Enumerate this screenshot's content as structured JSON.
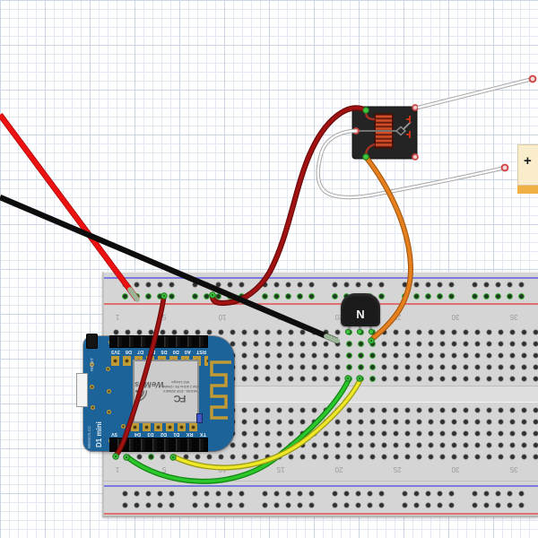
{
  "app": {
    "view": "fritzing-breadboard-circuit"
  },
  "colors": {
    "grid-minor": "#e3e9f3",
    "grid-major": "#cbd5e7",
    "bb-body": "#d5d5d5",
    "bb-channel": "#dedede",
    "rail-blue": "#7b7bdf",
    "rail-red": "#dd7070",
    "hole-dark": "#2f2f2f",
    "hole-green": "#3cba3c",
    "board-blue": "#1c6399",
    "gold": "#c09a35",
    "shield-gray": "#cbcbcb",
    "relay-body": "#242424",
    "coil-red": "#cf4e28",
    "battery-body": "#f9edcc",
    "battery-band": "#f0b045",
    "wire-red": "#ee1111",
    "wire-darkred": "#a31212",
    "wire-darkred-edge": "#6e0a0a",
    "wire-black": "#0d0d0d",
    "wire-orange": "#e6801e",
    "wire-orange-edge": "#a85a10",
    "wire-green": "#2cc72c",
    "wire-green-edge": "#128812",
    "wire-yellow": "#efe829",
    "wire-yellow-edge": "#9a9a14",
    "wire-white": "#fafafa",
    "wire-white-edge": "#a8a8a8",
    "wire-tip": "#9cb598",
    "ring-green": "#3ec43e",
    "ring-red": "#cf4a4a"
  },
  "breadboard": {
    "column_labels": [
      "1",
      "5",
      "10",
      "15",
      "20",
      "25",
      "30",
      "35"
    ]
  },
  "wemos": {
    "top_pin_labels": [
      "RST",
      "A0",
      "D0",
      "D5",
      "D6",
      "D7",
      "D8",
      "3V3"
    ],
    "bottom_pin_labels": [
      "TX",
      "RX",
      "D1",
      "D2",
      "D3",
      "D4",
      "G",
      "5V"
    ],
    "reset_label": "RESET",
    "board_name": "D1 mini",
    "brand": "WEMOS.CC",
    "shield": {
      "logo": "WeMos",
      "fcc": "FC",
      "model": "MODEL: ESP-8266EX",
      "spec1": "ISM 2.4GHz PA +25dBm",
      "spec2": "802.11b/g/n"
    }
  },
  "transistor": {
    "label": "N"
  },
  "battery": {
    "polarity": "+"
  }
}
